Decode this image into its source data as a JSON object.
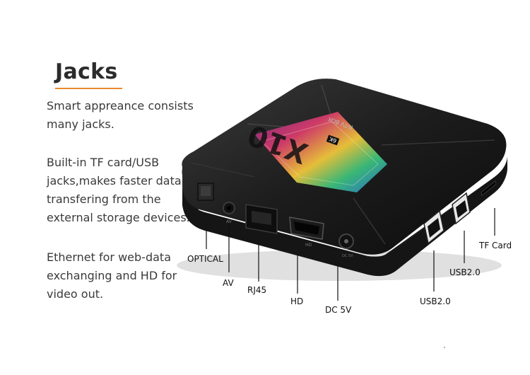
{
  "heading": "Jacks",
  "colors": {
    "accent": "#e98a2c",
    "text": "#3a3a3a",
    "device": "#1a1a1a"
  },
  "paragraphs": [
    "Smart appreance consists many jacks.",
    "Built-in TF card/USB jacks,makes faster data transfering from the external storage devices.",
    "Ethernet for web-data exchanging and HD for video out."
  ],
  "device": {
    "top_label": "R-TV BOX",
    "logo": "X10",
    "badge": "6K",
    "port_marks": [
      "AV",
      "HD",
      "DC 5V"
    ]
  },
  "callouts": {
    "optical": "OPTICAL",
    "av": "AV",
    "rj45": "RJ45",
    "hd": "HD",
    "dc": "DC 5V",
    "usb_a": "USB2.0",
    "usb_b": "USB2.0",
    "tf": "TF Card"
  }
}
